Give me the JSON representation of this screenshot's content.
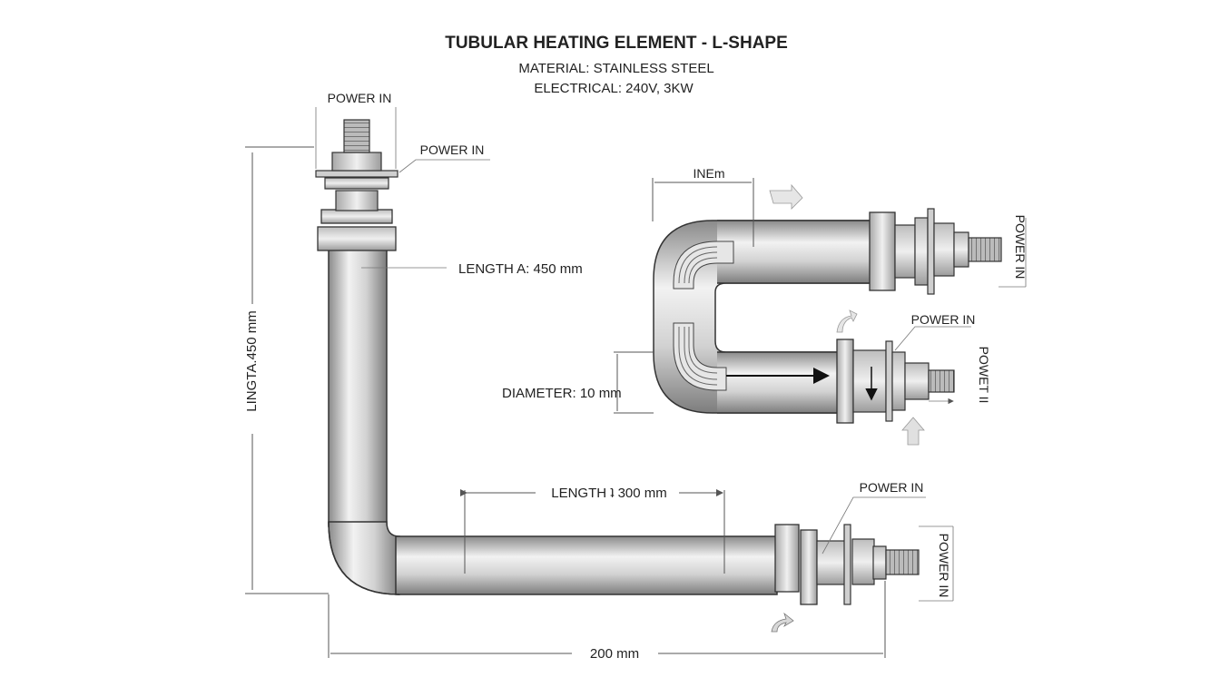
{
  "diagram": {
    "title": "TUBULAR HEATING ELEMENT - L-SHAPE",
    "material": "MATERIAL: STAINLESS STEEL",
    "electrical": "ELECTRICAL: 240V, 3KW",
    "labels": {
      "power_in_top": "POWER IN",
      "power_in_top_nut": "POWER IN",
      "length_a": "LENGTH A: 450 mm",
      "length_vertical": "LINGTA.450 mm",
      "length_b": "LENGTH ʇ 300 mm",
      "width_bottom": "200 mm",
      "power_in_bottom": "POWER IN",
      "power_in_bottom_vertical": "POWER IN",
      "u_width": "INEm",
      "u_power_in_right": "POWER IN",
      "u_power_in_middle": "POWER IN",
      "u_power_right_garbled": "POWET II",
      "diameter": "DIAMETER: 10 mm"
    },
    "colors": {
      "tube_light": "#f2f2f2",
      "tube_mid": "#c4c4c4",
      "tube_dark": "#8a8a8a",
      "outline": "#333333",
      "accent_arrow": "#d0d0d0"
    }
  }
}
